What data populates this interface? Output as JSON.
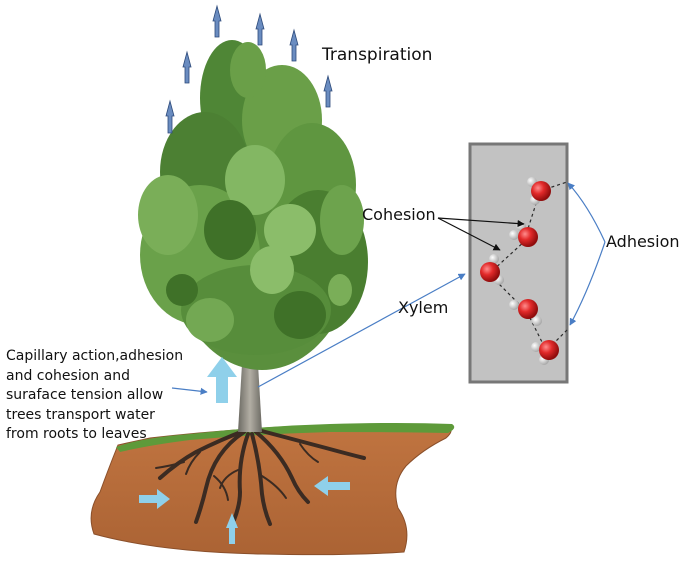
{
  "labels": {
    "transpiration": "Transpiration",
    "cohesion": "Cohesion",
    "adhesion": "Adhesion",
    "xylem": "Xylem"
  },
  "caption_lines": [
    " Capillary action,adhesion",
    "and cohesion and",
    "suraface tension allow",
    "trees transport water",
    "from roots to leaves"
  ],
  "colors": {
    "soil": "#b5683a",
    "grass": "#5e9a3a",
    "foliage": "#5f9340",
    "trunk": "#8e8a80",
    "roots": "#3b2b22",
    "xylem_fill": "#c2c2c2",
    "xylem_border": "#777777",
    "vapor_arrow": "#6a8cc0",
    "water_arrow": "#8fd0ea",
    "connector": "#4a7ec5",
    "oxygen": "#d71f26",
    "hydrogen": "#ececec"
  }
}
